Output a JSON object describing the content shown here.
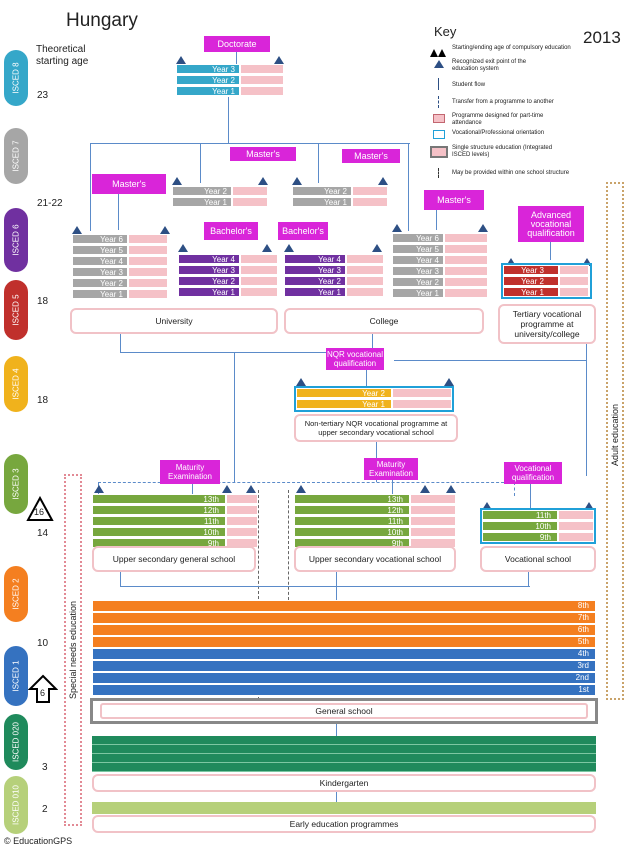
{
  "title": "Hungary",
  "year": "2013",
  "theoretical_starting_age": "Theoretical starting age",
  "ages": [
    "23",
    "21-22",
    "18",
    "18",
    "16",
    "14",
    "10",
    "6",
    "3",
    "2"
  ],
  "isced": [
    "ISCED 8",
    "ISCED 7",
    "ISCED 6",
    "ISCED 5",
    "ISCED 4",
    "ISCED 3",
    "ISCED 2",
    "ISCED 1",
    "ISCED 020",
    "ISCED 010"
  ],
  "key": {
    "title": "Key",
    "items": [
      "Starting/ending age of compulsory education",
      "Recognized exit point of the education system",
      "Student flow",
      "Transfer from a programme to another",
      "Programme designed for part-time attendance",
      "Vocational/Professional orientation",
      "Single structure education (Integrated ISCED levels)",
      "May be provided within one school structure"
    ]
  },
  "labels": {
    "doctorate": "Doctorate",
    "masters": "Master's",
    "bachelors": "Bachelor's",
    "advanced_vocational": "Advanced vocational qualification",
    "nqr_vocational": "NQR vocational qualification",
    "maturity": "Maturity Examination",
    "vocational_qualification": "Vocational qualification"
  },
  "years": {
    "y1": "Year 1",
    "y2": "Year 2",
    "y3": "Year 3",
    "y4": "Year 4",
    "y5": "Year 5",
    "y6": "Year 6"
  },
  "grades": {
    "g1": "1st",
    "g2": "2nd",
    "g3": "3rd",
    "g4": "4th",
    "g5": "5th",
    "g6": "6th",
    "g7": "7th",
    "g8": "8th",
    "g9": "9th",
    "g10": "10th",
    "g11": "11th",
    "g12": "12th",
    "g13": "13th"
  },
  "programmes": {
    "university": "University",
    "college": "College",
    "tertiary_vocational": "Tertiary vocational programme at university/college",
    "non_tertiary": "Non-tertiary NQR vocational programme at upper secondary vocational school",
    "upper_general": "Upper secondary general school",
    "upper_vocational": "Upper secondary vocational school",
    "vocational_school": "Vocational school",
    "general_school": "General school",
    "kindergarten": "Kindergarten",
    "early_education": "Early education programmes"
  },
  "side": {
    "special_needs": "Special needs education",
    "adult": "Adult education"
  },
  "compulsory_start": "6",
  "compulsory_end": "16",
  "copyright": "© EducationGPS",
  "colors": {
    "doctorate": "#35a7c9",
    "grey": "#a6a6a6",
    "purple": "#7030a0",
    "red": "#c0302c",
    "gold": "#f0b21c",
    "green": "#77a73e",
    "orange": "#f47f20",
    "blue": "#3572c0",
    "teal": "#1f8a5c",
    "light_green": "#b6d07a",
    "magenta": "#d925d9",
    "pink": "#f5c1c7"
  }
}
